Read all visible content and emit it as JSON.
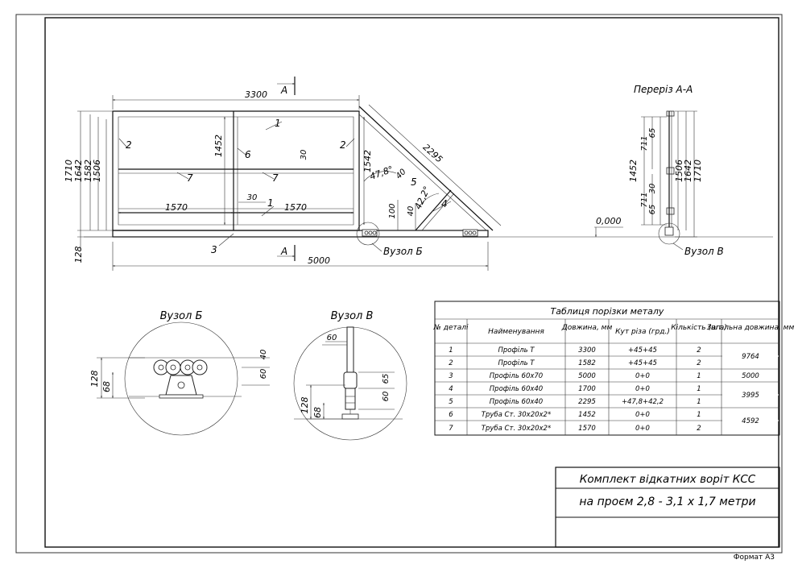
{
  "drawing": {
    "main_dims": {
      "overall_width": "3300",
      "total_length": "5000",
      "bottom_left": "1570",
      "bottom_right": "1570",
      "center_height": "1452",
      "h1710": "1710",
      "h1642": "1642",
      "h1582": "1582",
      "h1506": "1506",
      "h128": "128",
      "h1542": "1542",
      "diag": "2295",
      "angle1": "47,8°",
      "angle2": "42,2°",
      "d30a": "30",
      "d30b": "30",
      "d40a": "40",
      "d40b": "40",
      "d100": "100",
      "level": "0,000"
    },
    "part_labels": [
      "1",
      "1",
      "2",
      "2",
      "3",
      "4",
      "5",
      "6",
      "7",
      "7"
    ],
    "section_letter": "A",
    "section_title": "Переріз А-А",
    "section_dims": {
      "s711a": "711",
      "s65a": "65",
      "s1452": "1452",
      "s1506": "1506",
      "s1642": "1642",
      "s1710": "1710",
      "s711b": "711",
      "s30": "30",
      "s65b": "65"
    },
    "node_b_callout": "Вузол Б",
    "node_v_callout": "Вузол В",
    "detail_b": {
      "title": "Вузол Б",
      "d128": "128",
      "d68": "68",
      "d60": "60",
      "d40": "40"
    },
    "detail_v": {
      "title": "Вузол В",
      "d60top": "60",
      "d60": "60",
      "d65": "65",
      "d128": "128",
      "d68": "68"
    }
  },
  "table": {
    "title": "Таблиця порізки металу",
    "headers": [
      "№ деталі",
      "Найменування",
      "Довжина, мм",
      "Кут різа (грд.)",
      "Кількість (шт.)",
      "Загальна довжина, мм"
    ],
    "rows": [
      [
        "1",
        "Профіль Т",
        "3300",
        "+45+45",
        "2"
      ],
      [
        "2",
        "Профіль Т",
        "1582",
        "+45+45",
        "2"
      ],
      [
        "3",
        "Профіль 60х70",
        "5000",
        "0+0",
        "1"
      ],
      [
        "4",
        "Профіль 60х40",
        "1700",
        "0+0",
        "1"
      ],
      [
        "5",
        "Профіль 60х40",
        "2295",
        "+47,8+42,2",
        "1"
      ],
      [
        "6",
        "Труба Ст. 30х20х2*",
        "1452",
        "0+0",
        "1"
      ],
      [
        "7",
        "Труба Ст. 30х20х2*",
        "1570",
        "0+0",
        "2"
      ]
    ],
    "totals": [
      "9764",
      "5000",
      "3995",
      "4592"
    ]
  },
  "title_block": {
    "line1": "Комплект відкатних воріт КСС",
    "line2": "на проєм 2,8 - 3,1 х 1,7 метри"
  },
  "format_label": "Формат  А3"
}
